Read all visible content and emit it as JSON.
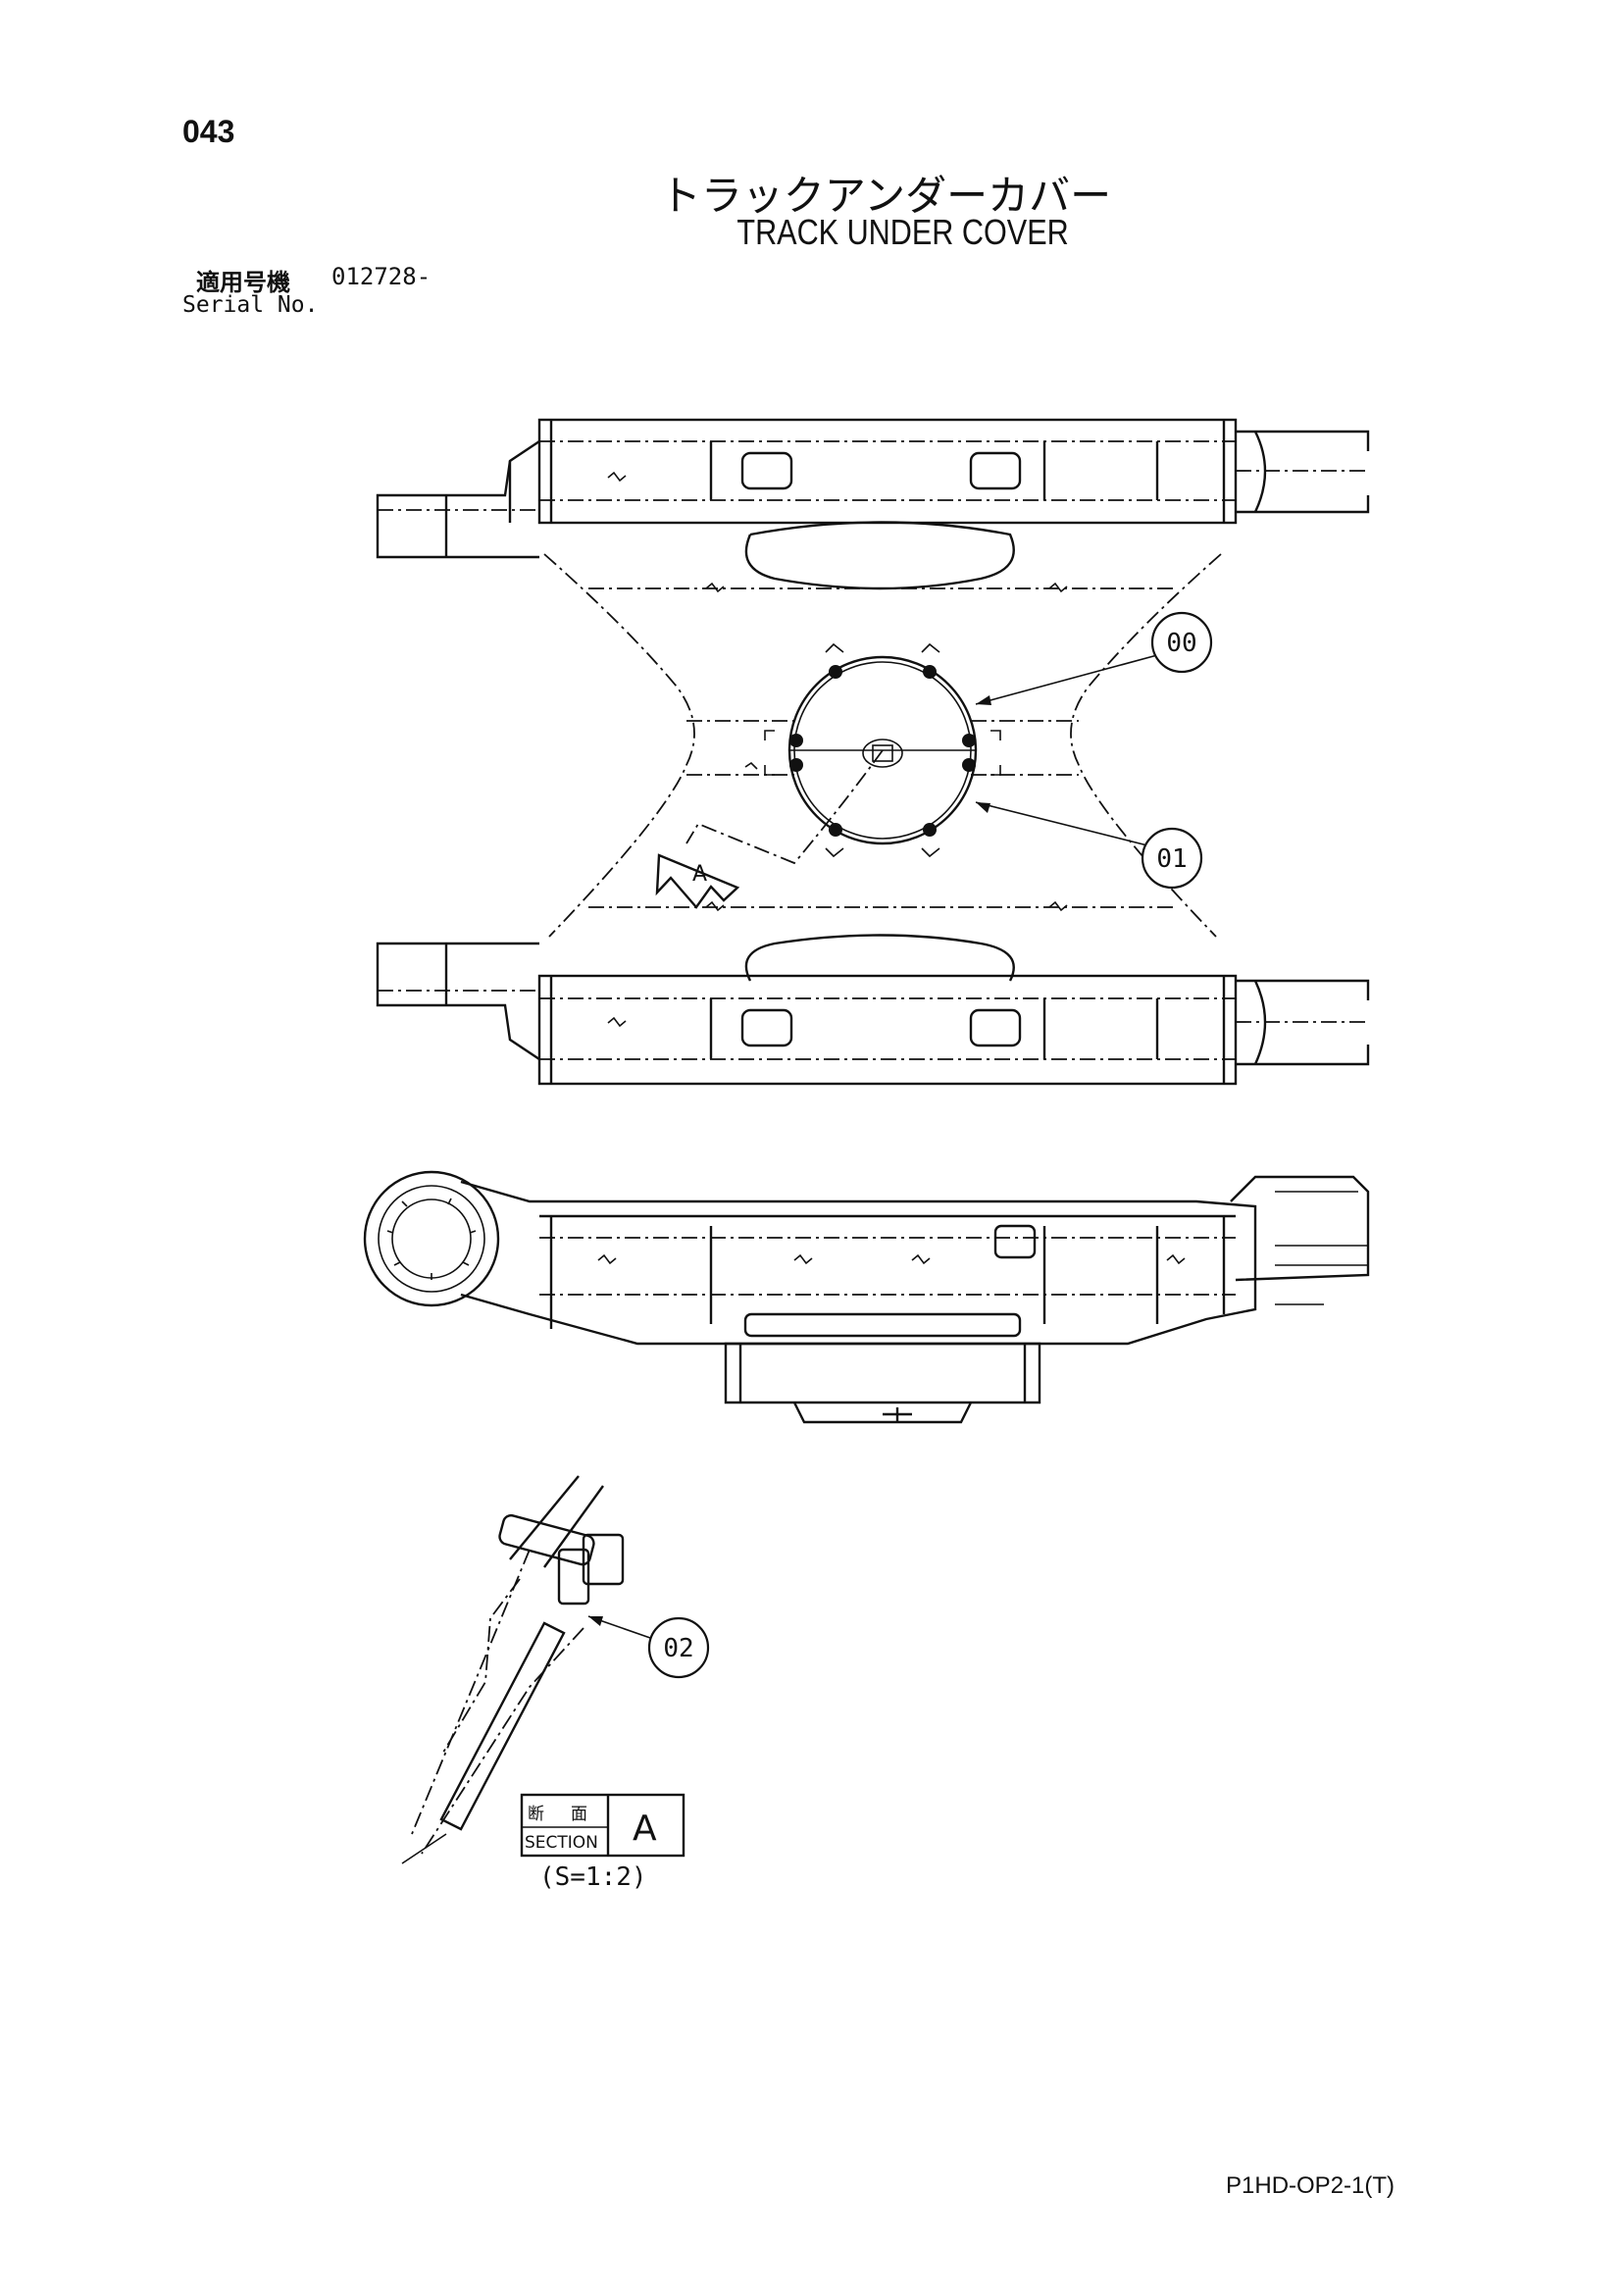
{
  "page_number": "043",
  "title_jp": "トラックアンダーカバー",
  "title_en": "TRACK UNDER COVER",
  "serial": {
    "label_jp": "適用号機",
    "label_en": "Serial No.",
    "value": "012728-"
  },
  "callouts": [
    "00",
    "01",
    "02"
  ],
  "view_marker": "A",
  "section": {
    "label_jp_1": "断",
    "label_jp_2": "面",
    "label_en": "SECTION",
    "letter": "A",
    "scale": "(S=1:2)"
  },
  "document_code": "P1HD-OP2-1(T)"
}
